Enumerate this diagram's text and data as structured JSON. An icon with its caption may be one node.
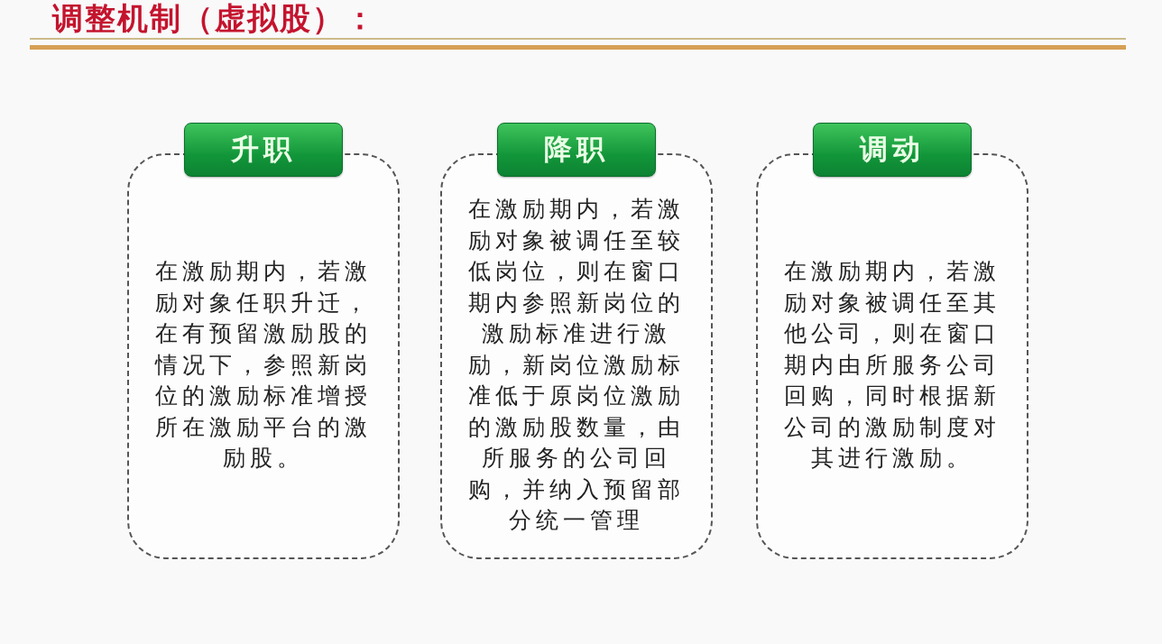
{
  "diagram": {
    "title": "调整机制（虚拟股）：",
    "nodes": [
      {
        "text": [
          "升职"
        ]
      },
      {
        "text": [
          "在激励期内，若激励对象任职升迁，在有预留激励股的情况下，参照新岗位的激励标准增授所在激励平台的激励股。"
        ]
      },
      {
        "text": [
          "降职"
        ]
      },
      {
        "text": [
          "在激励期内，若激励对象被调任至较低岗位，则在窗口期内参照新岗位的激励标准进行激励，新岗位激励标准低于原岗位激励的激励股数量，由所服务的公司回购，并纳入预留部分统一管理"
        ]
      },
      {
        "text": [
          "调动"
        ]
      },
      {
        "text": [
          "在激励期内，若激励对象被调任至其他公司，则在窗口期内由所服务公司回购，同时根据新公司的激励制度对其进行激励。"
        ]
      }
    ]
  }
}
